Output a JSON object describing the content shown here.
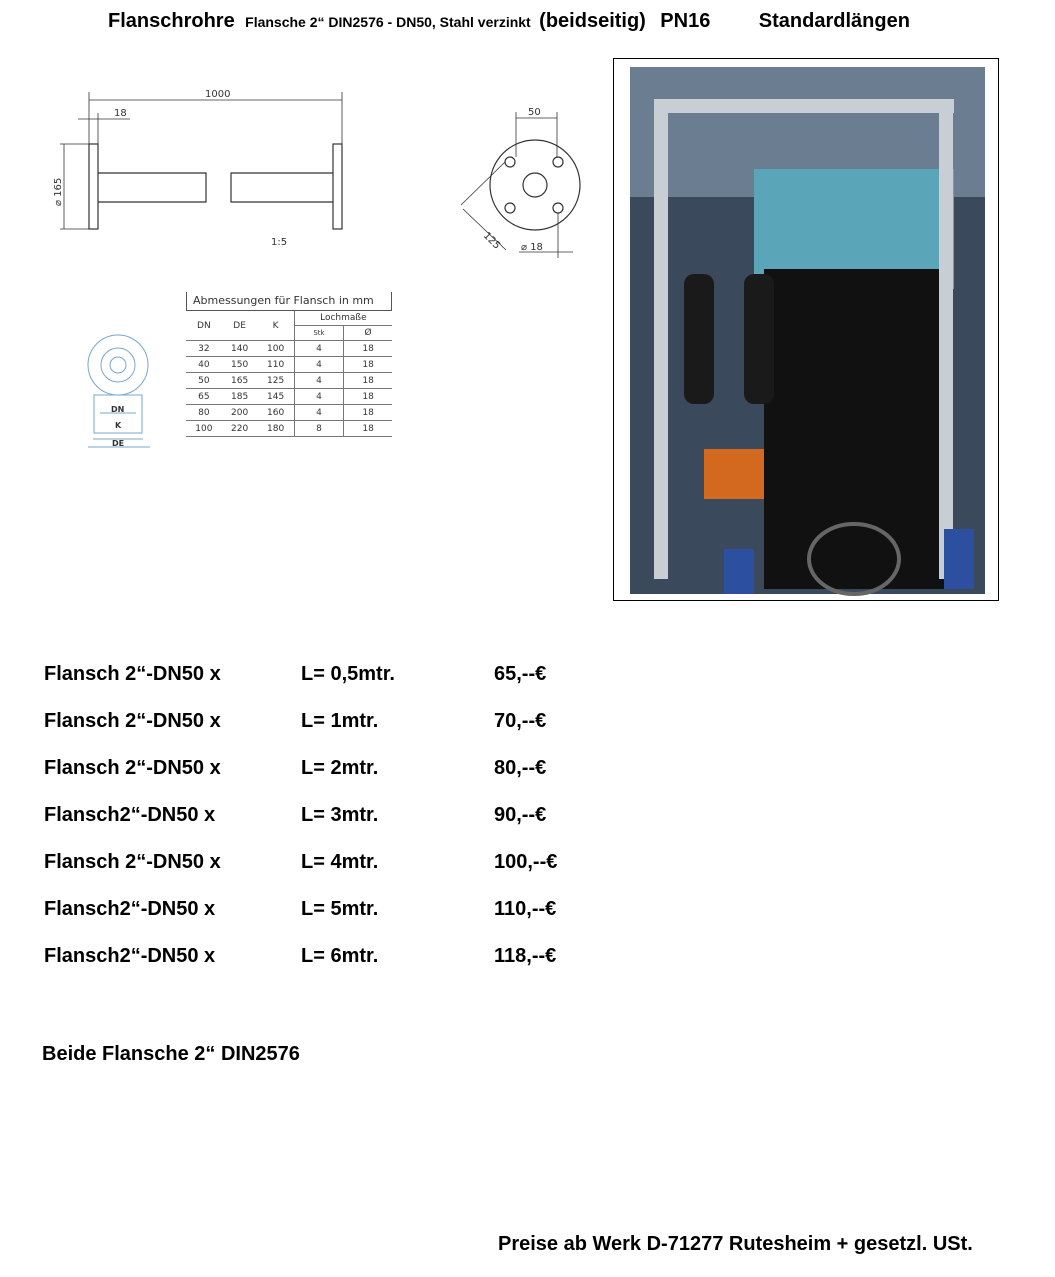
{
  "header": {
    "title": "Flanschrohre",
    "subtitle": "Flansche 2“  DIN2576 - DN50, Stahl verzinkt",
    "both_sides": "(beidseitig)",
    "pressure": "PN16",
    "lengths": "Standardlängen"
  },
  "drawing_side": {
    "length": "1000",
    "offset": "18",
    "diameter": "⌀ 165",
    "scale": "1:5"
  },
  "drawing_front": {
    "d50": "50",
    "d125": "125",
    "hole": "⌀ 18"
  },
  "small_drawing": {
    "dn": "DN",
    "k": "K",
    "de": "DE"
  },
  "dim_table": {
    "title": "Abmessungen für Flansch in mm",
    "col_dn": "DN",
    "col_de": "DE",
    "col_k": "K",
    "col_holes": "Lochmaße",
    "col_stk": "Stk",
    "col_dia": "Ø",
    "rows": [
      [
        "32",
        "140",
        "100",
        "4",
        "18"
      ],
      [
        "40",
        "150",
        "110",
        "4",
        "18"
      ],
      [
        "50",
        "165",
        "125",
        "4",
        "18"
      ],
      [
        "65",
        "185",
        "145",
        "4",
        "18"
      ],
      [
        "80",
        "200",
        "160",
        "4",
        "18"
      ],
      [
        "100",
        "220",
        "180",
        "8",
        "18"
      ]
    ]
  },
  "price_list": [
    {
      "product": "Flansch 2“-DN50  x",
      "length": "L= 0,5mtr.",
      "price": "65,--€"
    },
    {
      "product": "Flansch 2“-DN50  x",
      "length": "L= 1mtr.",
      "price": "70,--€"
    },
    {
      "product": "Flansch 2“-DN50  x",
      "length": "L= 2mtr.",
      "price": "80,--€"
    },
    {
      "product": "Flansch2“-DN50  x",
      "length": "L= 3mtr.",
      "price": "90,--€"
    },
    {
      "product": "Flansch 2“-DN50  x",
      "length": "L= 4mtr.",
      "price": "100,--€"
    },
    {
      "product": "Flansch2“-DN50  x",
      "length": "L= 5mtr.",
      "price": "110,--€"
    },
    {
      "product": "Flansch2“-DN50  x",
      "length": "L= 6mtr.",
      "price": "118,--€"
    }
  ],
  "note": "Beide Flansche 2“ DIN2576",
  "footer": "Preise ab Werk D-71277 Rutesheim  + gesetzl. USt.",
  "photo": {
    "icon": "installation-photo"
  }
}
